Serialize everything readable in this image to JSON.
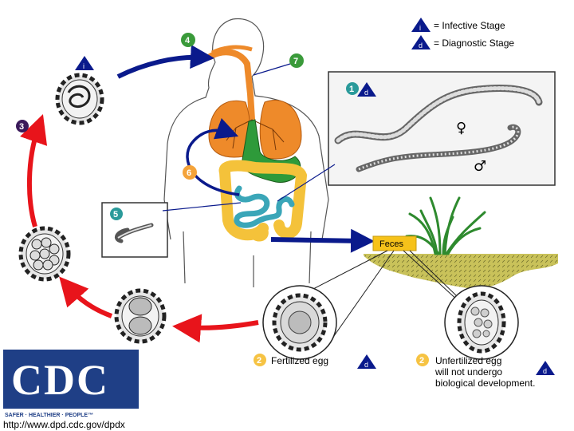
{
  "legend": {
    "infective_symbol": "i",
    "infective_text": "= Infective Stage",
    "diagnostic_symbol": "d",
    "diagnostic_text": "= Diagnostic Stage"
  },
  "stages": {
    "s1": "1",
    "s2a": "2",
    "s2b": "2",
    "s3": "3",
    "s4": "4",
    "s5": "5",
    "s6": "6",
    "s7": "7"
  },
  "labels": {
    "feces": "Feces",
    "fertilized_egg": "Fertilized egg",
    "unfertilized_line1": "Unfertilized egg",
    "unfertilized_line2": "will not undergo",
    "unfertilized_line3": "biological development.",
    "female_symbol": "♀",
    "male_symbol": "♂"
  },
  "logo": {
    "letters": "CDC",
    "tagline": "SAFER · HEALTHIER · PEOPLE™",
    "url": "http://www.dpd.cdc.gov/dpdx"
  },
  "colors": {
    "red_arrow": "#e8141b",
    "blue_arrow": "#0a1a8c",
    "stage_green": "#3a9a3a",
    "stage_teal": "#2a9a9a",
    "stage_orange": "#f4a33a",
    "stage_yellow": "#f6c343",
    "stage_purple": "#3a1a5a",
    "lung_orange": "#ee8a2a",
    "intestine_blue": "#3aa6b8",
    "colon_yellow": "#f4c23a",
    "stomach_green": "#2e9a3a",
    "cdc_blue": "#1f3f86",
    "soil": "#c9c25a",
    "feces_box": "#f6c21a"
  }
}
